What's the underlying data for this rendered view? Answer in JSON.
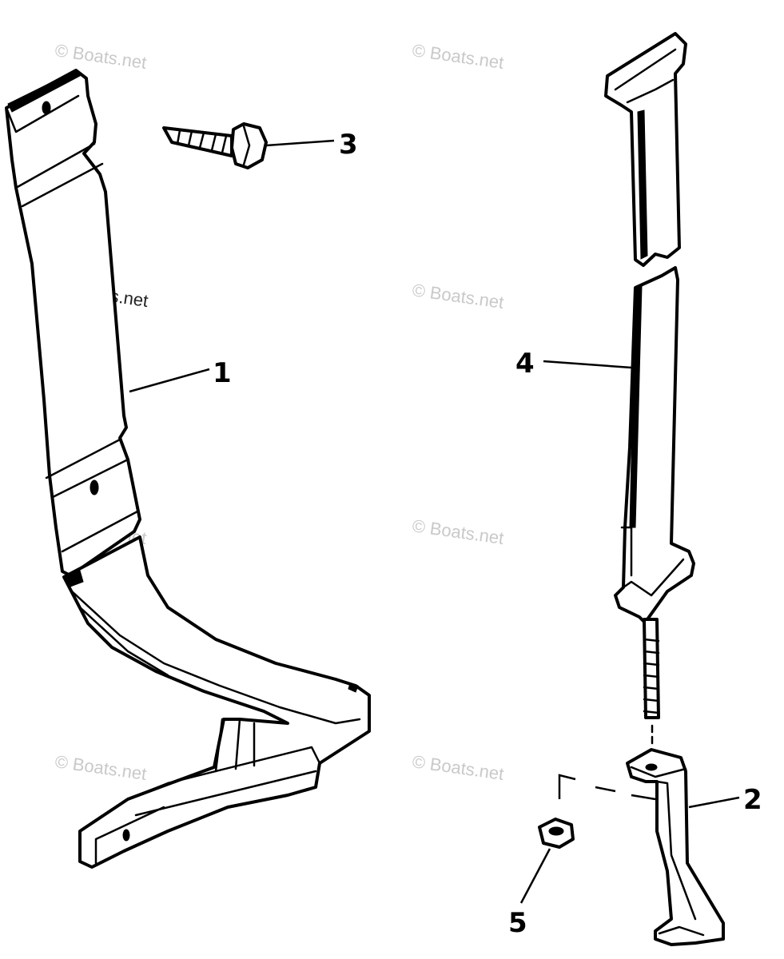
{
  "watermark": {
    "text": "© Boats.net"
  },
  "callouts": {
    "part1": "1",
    "part2": "2",
    "part3": "3",
    "part4": "4",
    "part5": "5"
  }
}
